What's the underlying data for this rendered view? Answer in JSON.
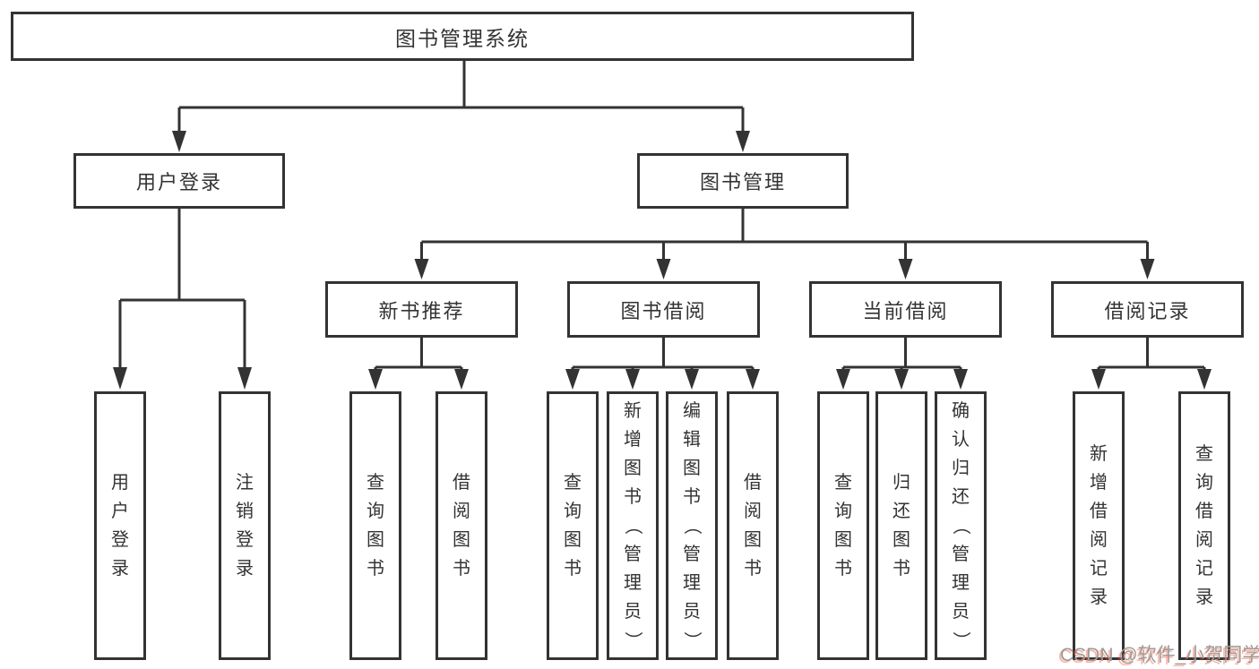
{
  "tree": {
    "root": "图书管理系统",
    "branches": [
      {
        "label": "用户登录",
        "children": [
          "用户登录",
          "注销登录"
        ]
      },
      {
        "label": "图书管理",
        "groups": [
          {
            "label": "新书推荐",
            "children": [
              "查询图书",
              "借阅图书"
            ]
          },
          {
            "label": "图书借阅",
            "children": [
              "查询图书",
              "新增图书（管理员）",
              "编辑图书（管理员）",
              "借阅图书"
            ]
          },
          {
            "label": "当前借阅",
            "children": [
              "查询图书",
              "归还图书",
              "确认归还（管理员）"
            ]
          },
          {
            "label": "借阅记录",
            "children": [
              "新增借阅记录",
              "查询借阅记录"
            ]
          }
        ]
      }
    ]
  },
  "watermark": {
    "text": "CSDN @软件_小贺同学"
  },
  "colors": {
    "line": "#333333",
    "text": "#333333",
    "background": "#ffffff",
    "watermark_gray": "#9b9b9b",
    "watermark_red": "#fc5531"
  }
}
